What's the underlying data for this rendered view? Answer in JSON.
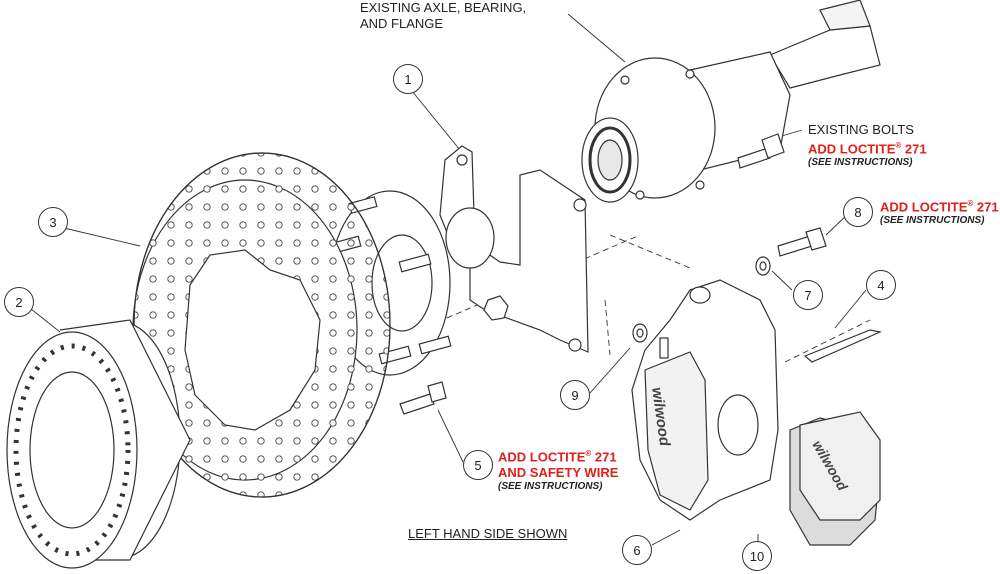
{
  "labels": {
    "axle_l1": "EXISTING AXLE, BEARING,",
    "axle_l2": "AND FLANGE",
    "bolts": "EXISTING BOLTS",
    "loctite_a": "ADD LOCTITE",
    "loctite_a_num": "271",
    "note_a": "(SEE INSTRUCTIONS)",
    "loctite_b": "ADD LOCTITE",
    "loctite_b_num": "271",
    "note_b": "(SEE INSTRUCTIONS)",
    "loctite_c": "ADD LOCTITE",
    "loctite_c_num": "271",
    "safety": "AND SAFETY WIRE",
    "note_c": "(SEE INSTRUCTIONS)",
    "registered": "®",
    "side": "LEFT HAND SIDE SHOWN",
    "brand_caliper": "wilwood",
    "brand_pad": "wilwood"
  },
  "callouts": [
    "1",
    "2",
    "3",
    "4",
    "5",
    "6",
    "7",
    "8",
    "9",
    "10"
  ],
  "colors": {
    "red": "#e0201b",
    "line": "#333333",
    "fill": "#ffffff",
    "shade": "#e6e6e6"
  }
}
